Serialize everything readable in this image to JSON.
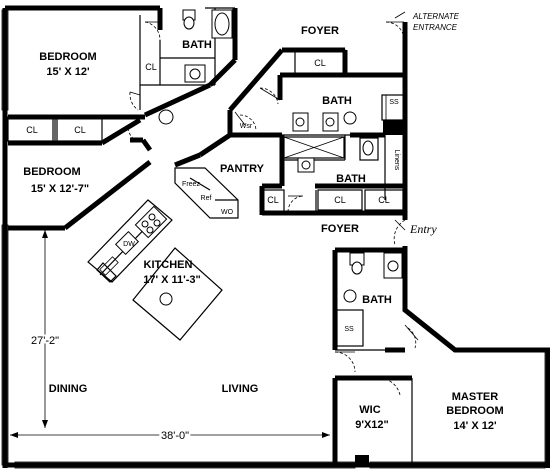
{
  "rooms": {
    "bedroom1_name": "BEDROOM",
    "bedroom1_size": "15' X 12'",
    "bedroom2_name": "BEDROOM",
    "bedroom2_size": "15' X 12'-7\"",
    "kitchen_name": "KITCHEN",
    "kitchen_size": "17' X 11'-3\"",
    "master_name1": "MASTER",
    "master_name2": "BEDROOM",
    "master_size": "14' X 12'",
    "wic_name": "WIC",
    "wic_size": "9'X12\"",
    "bath_top": "BATH",
    "bath_mid": "BATH",
    "bath_lower": "BATH",
    "bath_master": "BATH",
    "foyer_top": "FOYER",
    "foyer_lower": "FOYER",
    "pantry": "PANTRY",
    "dining": "DINING",
    "living": "LIVING"
  },
  "closets": {
    "bath_top_cl": "CL",
    "bedroom1_cl_a": "CL",
    "bedroom1_cl_b": "CL",
    "foyer_top_cl": "CL",
    "pantry_cl": "CL",
    "bath_lower_cl_a": "CL",
    "bath_lower_cl_b": "CL"
  },
  "fixtures": {
    "shower_stall_1": "SS",
    "shower_stall_2": "SS",
    "linens": "Linens",
    "washer_dryer": "Wsr",
    "freezer": "Freez",
    "refrigerator": "Ref",
    "wall_oven": "WO",
    "dishwasher": "DW"
  },
  "dimensions": {
    "height": "27'-2\"",
    "width": "38'-0\""
  },
  "labels": {
    "alternate_line1": "ALTERNATE",
    "alternate_line2": "ENTRANCE",
    "entry": "Entry"
  }
}
